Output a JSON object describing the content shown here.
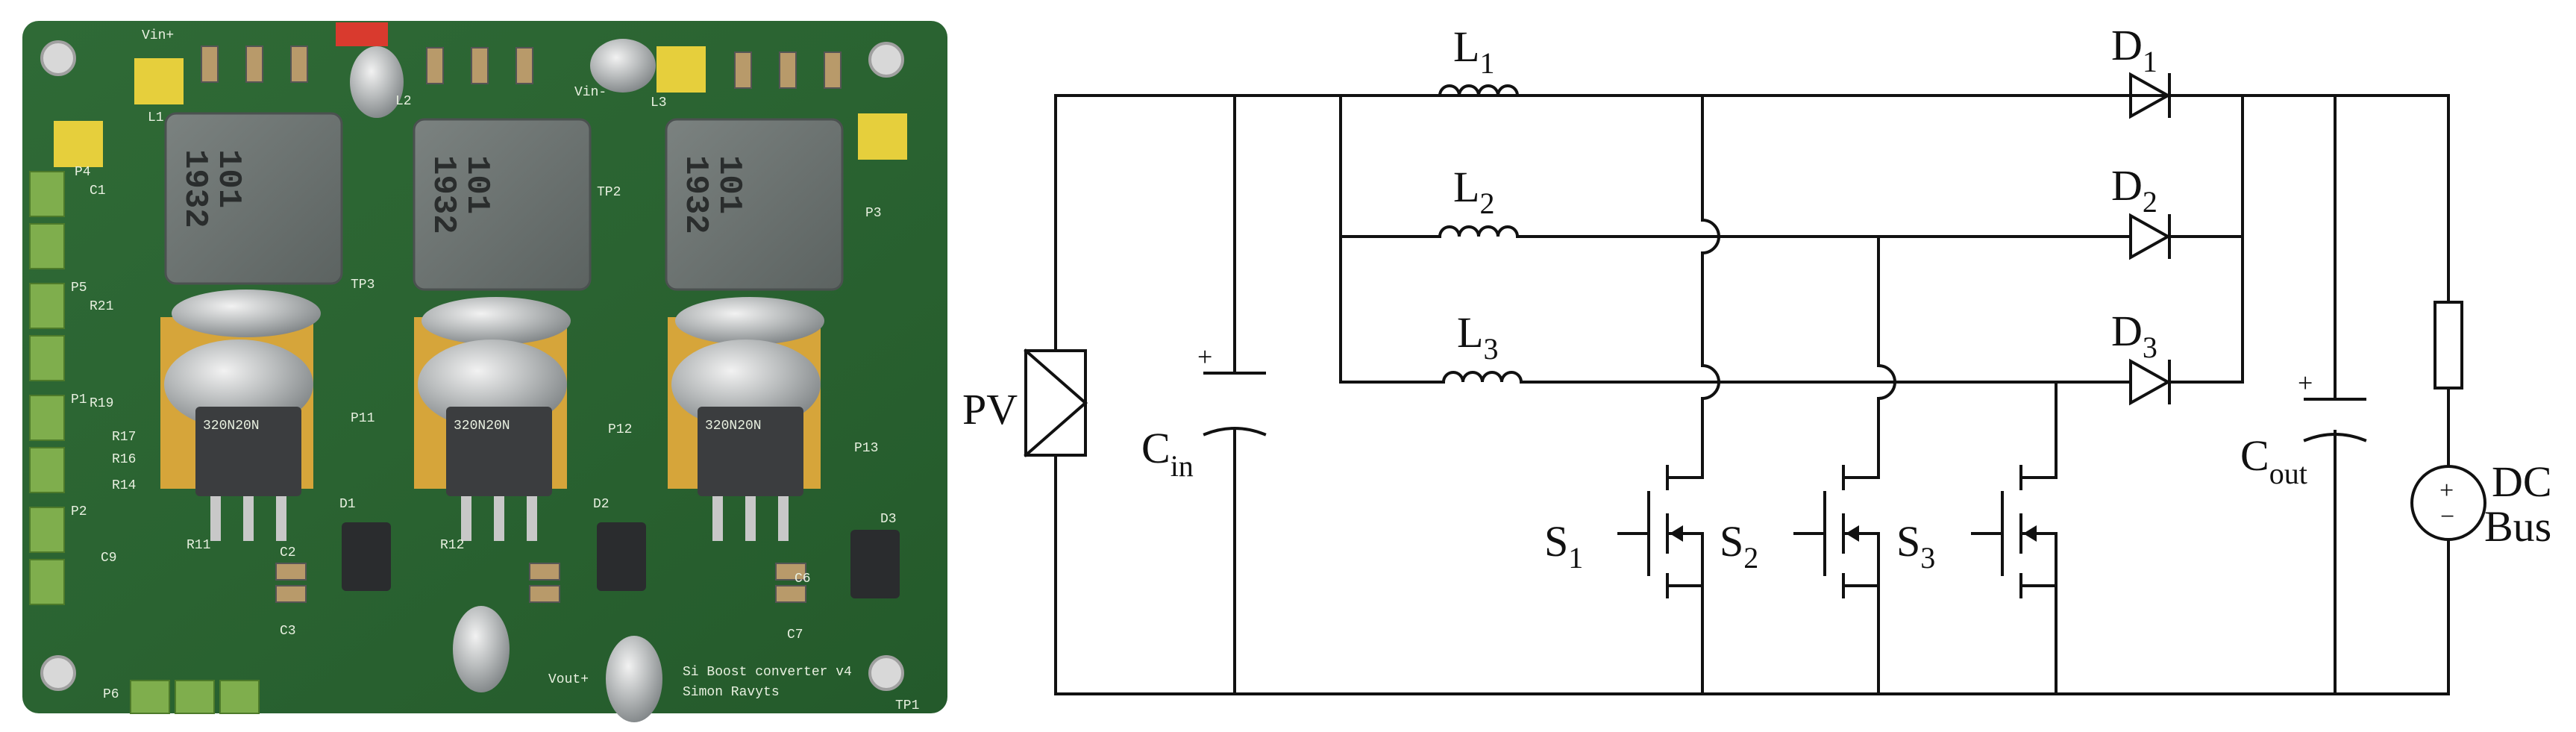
{
  "photo": {
    "silkscreen": [
      "Vin+",
      "Vin-",
      "Vout+",
      "L1",
      "L2",
      "L3",
      "TP1",
      "TP2",
      "TP3",
      "P1",
      "P2",
      "P3",
      "P4",
      "P5",
      "P6",
      "P11",
      "P12",
      "P13",
      "D1",
      "D2",
      "D3",
      "C1",
      "C2",
      "C3",
      "C6",
      "C7",
      "C9",
      "R11",
      "R12",
      "R14",
      "R16",
      "R17",
      "R19",
      "R21",
      "Si Boost converter v4",
      "Simon Ravyts"
    ],
    "inductor_marking": [
      "101",
      "1932"
    ],
    "mosfet_marking": "320N20N"
  },
  "schematic": {
    "pv": "PV",
    "cin": {
      "base": "C",
      "sub": "in"
    },
    "cout": {
      "base": "C",
      "sub": "out"
    },
    "dc_bus": [
      "DC",
      "Bus"
    ],
    "plus": "+",
    "minus": "−",
    "inductors": [
      {
        "base": "L",
        "sub": "1"
      },
      {
        "base": "L",
        "sub": "2"
      },
      {
        "base": "L",
        "sub": "3"
      }
    ],
    "diodes": [
      {
        "base": "D",
        "sub": "1"
      },
      {
        "base": "D",
        "sub": "2"
      },
      {
        "base": "D",
        "sub": "3"
      }
    ],
    "switches": [
      {
        "base": "S",
        "sub": "1"
      },
      {
        "base": "S",
        "sub": "2"
      },
      {
        "base": "S",
        "sub": "3"
      }
    ]
  }
}
